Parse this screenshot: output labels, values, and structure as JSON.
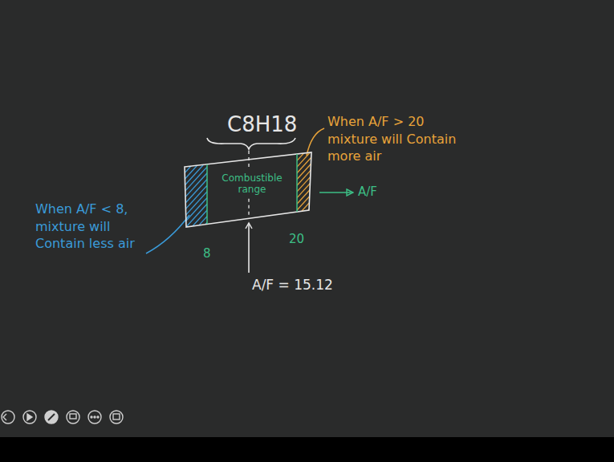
{
  "diagram": {
    "title": "C8H18",
    "nodes": [
      {
        "text": [
          "Combustible range"
        ]
      }
    ],
    "labels": [
      "When A/F > 20 mixture will Contain more air",
      "When A/F < 8, mixture will Contain less air",
      "8",
      "20",
      "A/F",
      "A/F = 15.12"
    ]
  }
}
